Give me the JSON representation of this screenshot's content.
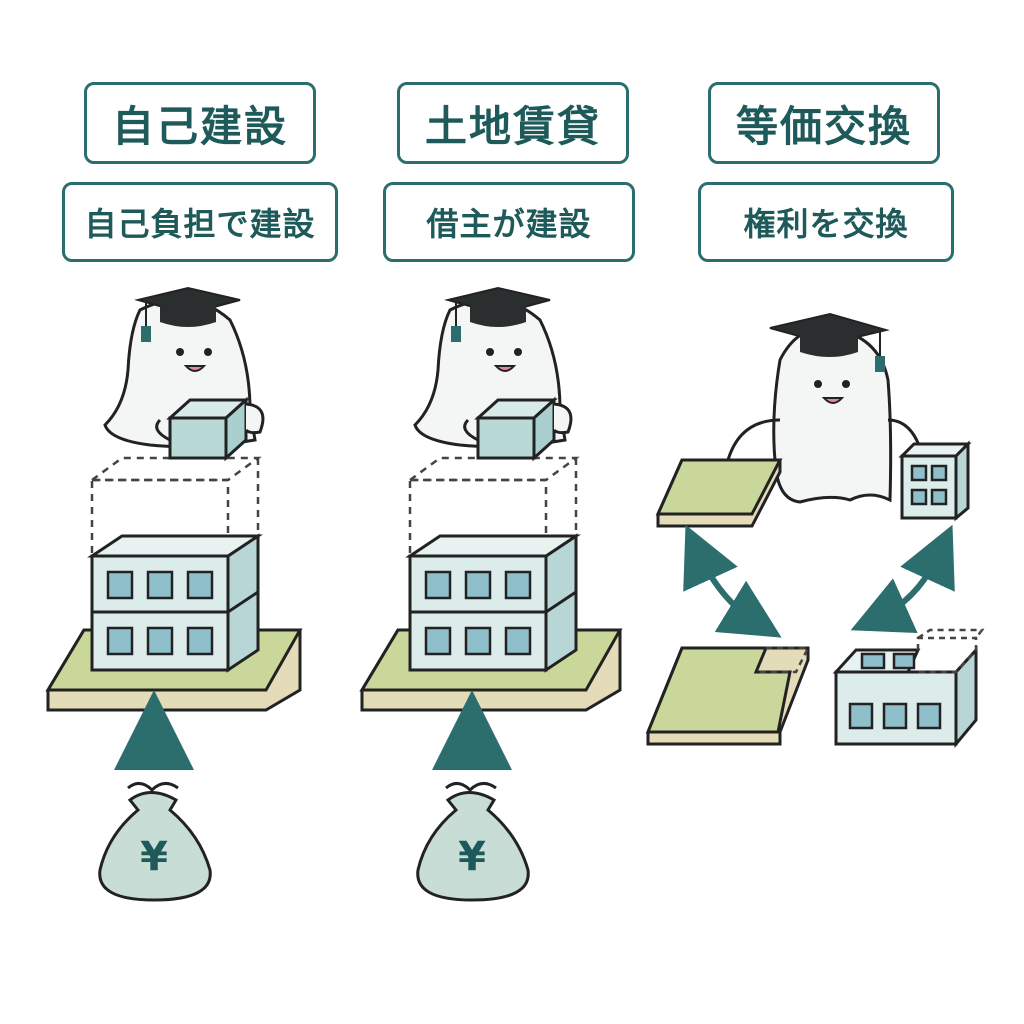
{
  "panels": [
    {
      "title": "自己建設",
      "subtitle": "自己負担で建設",
      "money_symbol": "¥"
    },
    {
      "title": "土地賃貸",
      "subtitle": "借主が建設",
      "money_symbol": "¥"
    },
    {
      "title": "等価交換",
      "subtitle": "権利を交換"
    }
  ],
  "colors": {
    "teal": "#2c6d6d",
    "outline": "#222222",
    "ground_green": "#c9d89a",
    "ground_side": "#e4dcb8",
    "building": "#dcecea",
    "window": "#8fbfca",
    "money_bag": "#c7ddd6",
    "ghost": "#f4f6f5"
  },
  "icons": [
    "ghost-mascot-icon",
    "graduation-cap-icon",
    "money-bag-icon",
    "building-icon",
    "land-plot-icon",
    "arrow-up-icon",
    "double-arrow-icon"
  ]
}
